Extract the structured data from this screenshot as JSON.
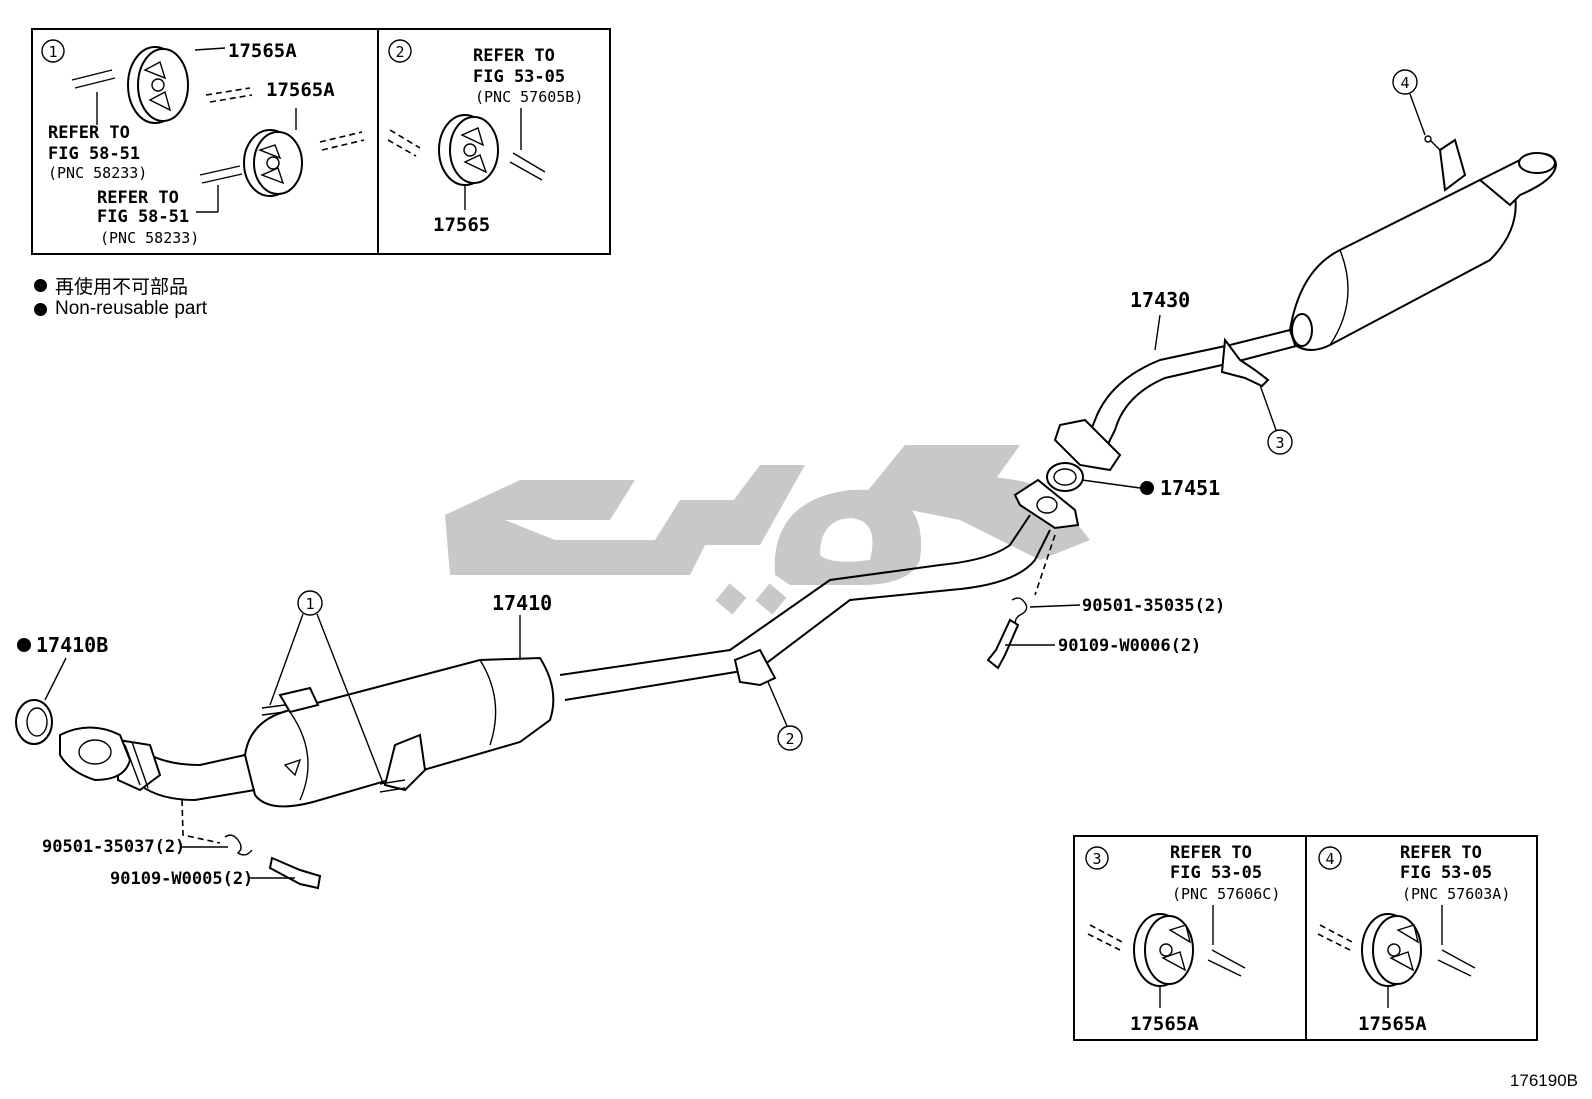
{
  "inset1": {
    "marker": "1",
    "part_top": "17565A",
    "part_bottom": "17565A",
    "refer_a": [
      "REFER TO",
      "FIG 58-51",
      "(PNC 58233)"
    ],
    "refer_b": [
      "REFER TO",
      "FIG 58-51",
      "(PNC 58233)"
    ]
  },
  "inset2": {
    "marker": "2",
    "refer": [
      "REFER TO",
      "FIG 53-05",
      "(PNC 57605B)"
    ],
    "part": "17565"
  },
  "inset3": {
    "marker": "3",
    "refer": [
      "REFER TO",
      "FIG 53-05",
      "(PNC 57606C)"
    ],
    "part": "17565A"
  },
  "inset4": {
    "marker": "4",
    "refer": [
      "REFER TO",
      "FIG 53-05",
      "(PNC 57603A)"
    ],
    "part": "17565A"
  },
  "legend": {
    "line_ja": "再使用不可部品",
    "line_en": "Non-reusable part"
  },
  "parts": {
    "p17430": "17430",
    "p17451": "17451",
    "p17410": "17410",
    "p17410B": "17410B",
    "spring_rear": "90501-35035(2)",
    "bolt_rear": "90109-W0006(2)",
    "spring_front": "90501-35037(2)",
    "bolt_front": "90109-W0005(2)"
  },
  "callouts": {
    "c1": "1",
    "c2": "2",
    "c3": "3",
    "c4": "4"
  },
  "figure_id": "176190B",
  "colors": {
    "line": "#000000",
    "watermark": "#c8c8c8"
  }
}
